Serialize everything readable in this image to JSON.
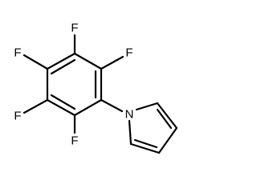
{
  "molecule": {
    "atoms": {
      "f_top": "F",
      "f_upper_left": "F",
      "f_lower_left": "F",
      "f_bottom": "F",
      "f_right": "F",
      "n_pyrrole": "N"
    }
  }
}
